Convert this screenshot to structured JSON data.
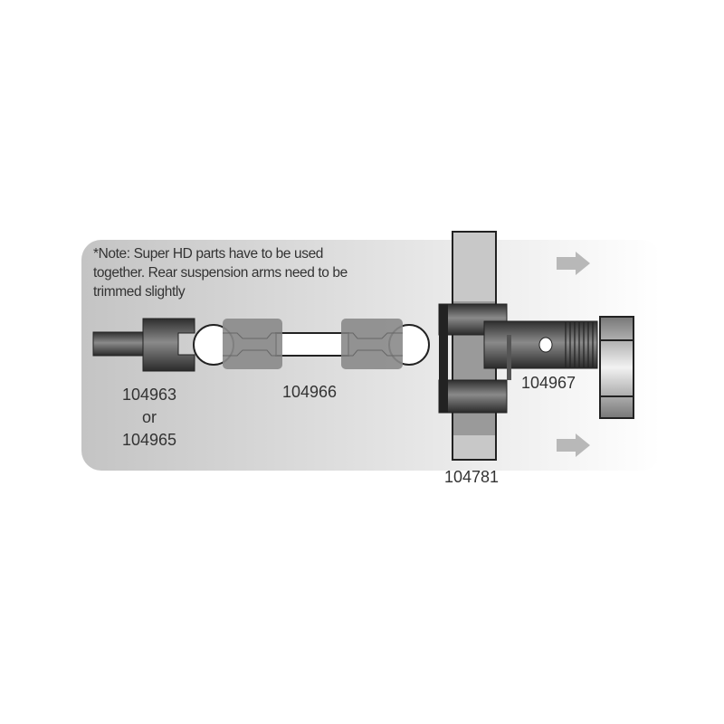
{
  "note": {
    "line1": "*Note: Super HD parts have to be used",
    "line2": "together. Rear suspension arms need to be",
    "line3": "trimmed slightly"
  },
  "parts": {
    "cup": {
      "number": "104963",
      "or": "or",
      "alt_number": "104965"
    },
    "driveshaft": {
      "number": "104966"
    },
    "axle": {
      "number": "104967"
    },
    "hub": {
      "number": "104781"
    }
  },
  "colors": {
    "panel_start": "#c4c4c4",
    "panel_end": "#ffffff",
    "arrow": "#b8b8b8",
    "part_dark": "#3a3a3a"
  }
}
